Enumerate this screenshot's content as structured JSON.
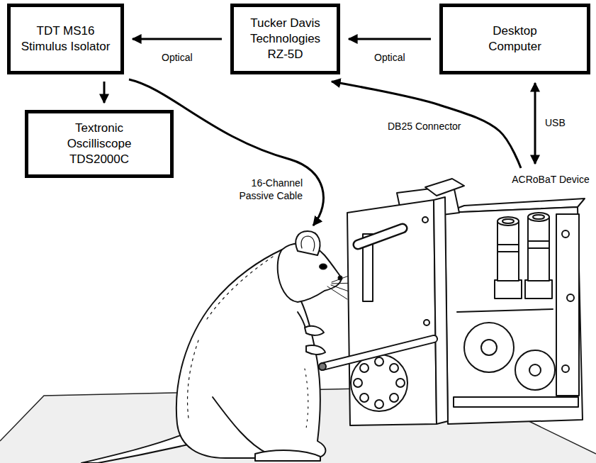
{
  "diagram": {
    "nodes": [
      {
        "text": [
          "TDT MS16 Stimulus Isolator"
        ]
      },
      {
        "text": [
          "Tucker Davis Technologies RZ-5D"
        ]
      },
      {
        "text": [
          "Desktop Computer"
        ]
      },
      {
        "text": [
          "Textronic Oscilliscope TDS2000C"
        ]
      },
      {
        "text": [
          "ACRoBaT Device"
        ]
      }
    ],
    "edges": [
      {
        "from": 2,
        "to": 1,
        "arrow": "to",
        "label": "Optical"
      },
      {
        "from": 1,
        "to": 0,
        "arrow": "to",
        "label": "Optical"
      },
      {
        "from": 0,
        "to": 3,
        "arrow": "to"
      },
      {
        "from": 4,
        "to": 1,
        "arrow": "to",
        "label": "DB25 Connector"
      },
      {
        "from": 2,
        "to": 4,
        "arrow": "both",
        "label": "USB"
      }
    ],
    "labels": [
      "16-Channel Passive Cable"
    ]
  }
}
